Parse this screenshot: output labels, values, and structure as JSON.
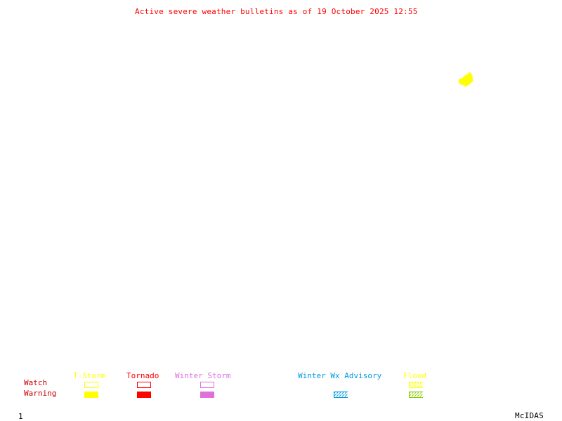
{
  "title": "Active severe weather bulletins as of 19 October 2025 12:55",
  "colors": {
    "title": "#ff0000",
    "row_label": "#cc0000",
    "tstorm": "#ffff00",
    "tornado": "#ff0000",
    "winter_storm": "#dd70dd",
    "winter_wx_advisory": "#0099e0",
    "flood_watch": "#ffff00",
    "flood_warning": "#88cc00",
    "footer": "#000000"
  },
  "map": {
    "active_areas": [
      {
        "type": "tstorm-warning",
        "color": "#ffff00",
        "description": "single active T-Storm warning polygon in upper right"
      }
    ]
  },
  "legend": {
    "row_labels": {
      "watch": "Watch",
      "warning": "Warning"
    },
    "categories": [
      {
        "id": "tstorm",
        "label": "T-Storm",
        "watch": "outline",
        "warning": "filled"
      },
      {
        "id": "tornado",
        "label": "Tornado",
        "watch": "outline",
        "warning": "filled"
      },
      {
        "id": "winter-storm",
        "label": "Winter Storm",
        "watch": "outline",
        "warning": "filled"
      },
      {
        "id": "winter-wx-advisory",
        "label": "Winter Wx Advisory",
        "watch": null,
        "warning": "hatched"
      },
      {
        "id": "flood",
        "label": "Flood",
        "watch": "hatched",
        "warning": "hatched"
      }
    ]
  },
  "footer": {
    "frame_number": "1",
    "brand": "McIDAS"
  }
}
